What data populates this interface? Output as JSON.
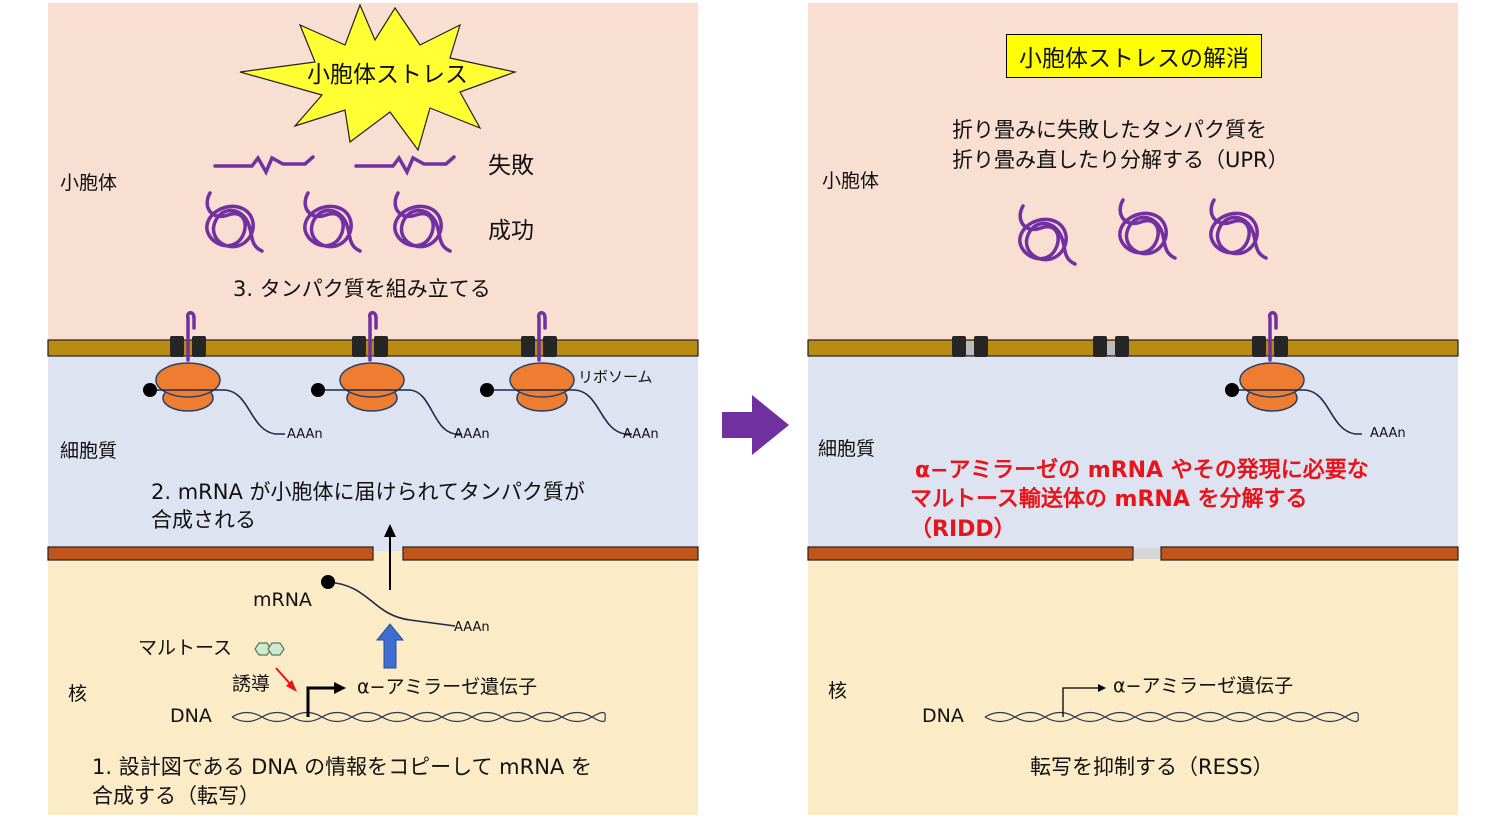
{
  "colors": {
    "er_lumen": "#f8dfd2",
    "cytoplasm": "#dde3f0",
    "nucleus": "#fbebc6",
    "er_membrane": "#b98c11",
    "nuclear_envelope": "#c0561a",
    "ribosome": "#ee7d32",
    "protein": "#7230a0",
    "arrow_mid": "#7030a0",
    "induction_arrow": "#ee1111",
    "up_arrow": "#3e6fd0",
    "star": "#ffff33",
    "highlight": "#ffff00",
    "red_text": "#e8141b"
  },
  "left": {
    "stress_burst": "小胞体ストレス",
    "er_label": "小胞体",
    "failed_label": "失敗",
    "success_label": "成功",
    "step3": "3. タンパク質を組み立てる",
    "ribosome_label": "リボソーム",
    "polya": [
      "AAAn",
      "AAAn",
      "AAAn",
      "AAAn"
    ],
    "cytoplasm_label": "細胞質",
    "step2_line1": "2. mRNA が小胞体に届けられてタンパク質が",
    "step2_line2": "合成される",
    "mrna_label": "mRNA",
    "maltose_label": "マルトース",
    "induction_label": "誘導",
    "gene_label": "α−アミラーゼ遺伝子",
    "nucleus_label": "核",
    "dna_label": "DNA",
    "step1_line1": "1. 設計図である DNA の情報をコピーして mRNA を",
    "step1_line2": "合成する（転写）"
  },
  "right": {
    "title": "小胞体ストレスの解消",
    "upr_line1": "折り畳みに失敗したタンパク質を",
    "upr_line2": "折り畳み直したり分解する（UPR）",
    "er_label": "小胞体",
    "polya": "AAAn",
    "cytoplasm_label": "細胞質",
    "ridd_line1": "α−アミラーゼの mRNA やその発現に必要な",
    "ridd_line2": "マルトース輸送体の mRNA を分解する",
    "ridd_line3": "（RIDD）",
    "nucleus_label": "核",
    "gene_label": "α−アミラーゼ遺伝子",
    "dna_label": "DNA",
    "ress_label": "転写を抑制する（RESS）"
  }
}
